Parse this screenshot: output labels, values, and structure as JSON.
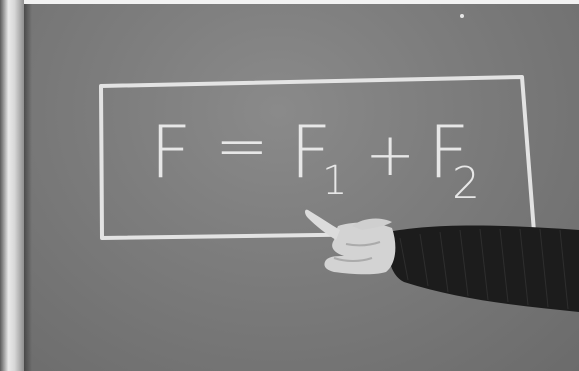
{
  "formula": {
    "lhs": "F",
    "equals": "=",
    "term1": "F",
    "term1_sub": "1",
    "plus": "+",
    "term2": "F",
    "term2_sub": "2"
  },
  "colors": {
    "chalkboard": "#7d7d7d",
    "chalk": "#f0f0f0",
    "sleeve": "#1c1c1c",
    "skin": "#d2d2d2"
  }
}
